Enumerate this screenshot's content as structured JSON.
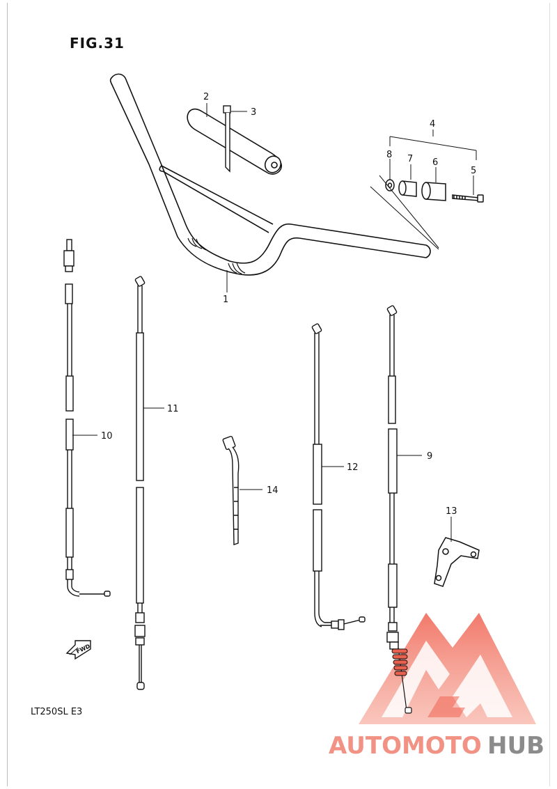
{
  "figure": {
    "title": "FIG.31",
    "model": "LT250SL  E3"
  },
  "callouts": {
    "c1": "1",
    "c2": "2",
    "c3": "3",
    "c4": "4",
    "c5": "5",
    "c6": "6",
    "c7": "7",
    "c8": "8",
    "c9": "9",
    "c10": "10",
    "c11": "11",
    "c12": "12",
    "c13": "13",
    "c14": "14"
  },
  "fwd": {
    "label": "FWD"
  },
  "watermark": {
    "part1": "AUTOMOTO",
    "part2": "HUB",
    "color_primary": "#f08070",
    "color_secondary": "#777777"
  }
}
